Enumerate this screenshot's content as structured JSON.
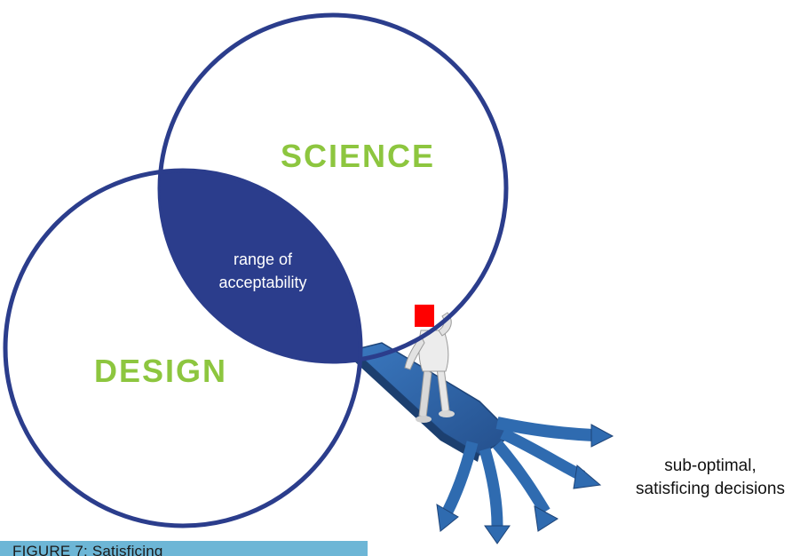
{
  "diagram": {
    "circles": {
      "science": {
        "label": "SCIENCE"
      },
      "design": {
        "label": "DESIGN"
      }
    },
    "overlap": {
      "line1": "range of",
      "line2": "acceptability"
    },
    "outcome": {
      "line1": "sub-optimal,",
      "line2": "satisficing decisions"
    }
  },
  "caption": {
    "text": "FIGURE 7:  Satisficing"
  },
  "colors": {
    "circle_stroke": "#2b3d8c",
    "overlap_fill": "#2b3d8c",
    "label_green": "#8dc63f",
    "path_blue": "#2f6bb0",
    "marker_red": "#ff0000",
    "caption_bar": "#6db6d6"
  }
}
